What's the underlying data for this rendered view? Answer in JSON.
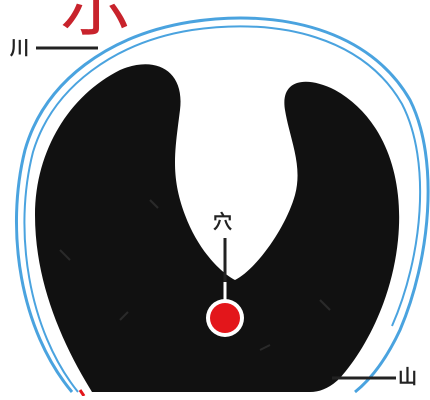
{
  "labels": {
    "top_char": "示",
    "river": "川",
    "cave": "穴",
    "mountain": "山"
  },
  "colors": {
    "background": "#ffffff",
    "mountain": "#111111",
    "river": "#4aa3df",
    "point": "#e3161b",
    "point_ring": "#ffffff",
    "leader_line": "#222222",
    "top_char": "#c8232c"
  }
}
